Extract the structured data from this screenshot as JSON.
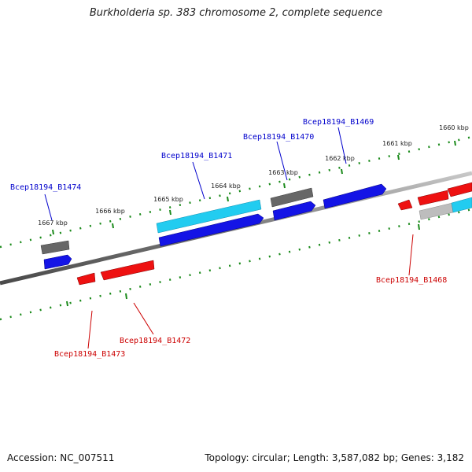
{
  "header": {
    "title": "Burkholderia sp. 383 chromosome 2, complete sequence"
  },
  "footer": {
    "accession": "Accession: NC_007511",
    "summary": "Topology: circular; Length: 3,587,082 bp; Genes: 3,182"
  },
  "ruler": {
    "ticks": [
      "1667 kbp",
      "1666 kbp",
      "1665 kbp",
      "1664 kbp",
      "1663 kbp",
      "1662 kbp",
      "1661 kbp",
      "1660 kbp"
    ]
  },
  "genes": {
    "forward": [
      "Bcep18194_B1474",
      "Bcep18194_B1471",
      "Bcep18194_B1470",
      "Bcep18194_B1469"
    ],
    "reverse": [
      "Bcep18194_B1473",
      "Bcep18194_B1472",
      "Bcep18194_B1468"
    ]
  },
  "colors": {
    "forward_label": "#0000cc",
    "reverse_label": "#cc0000",
    "cds_forward": "#1414e6",
    "cds_reverse": "#ee1111",
    "gene_grey": "#666666",
    "rna_cyan": "#22ccf0",
    "backbone": "#808080",
    "tick_green": "#1a8a1a"
  }
}
